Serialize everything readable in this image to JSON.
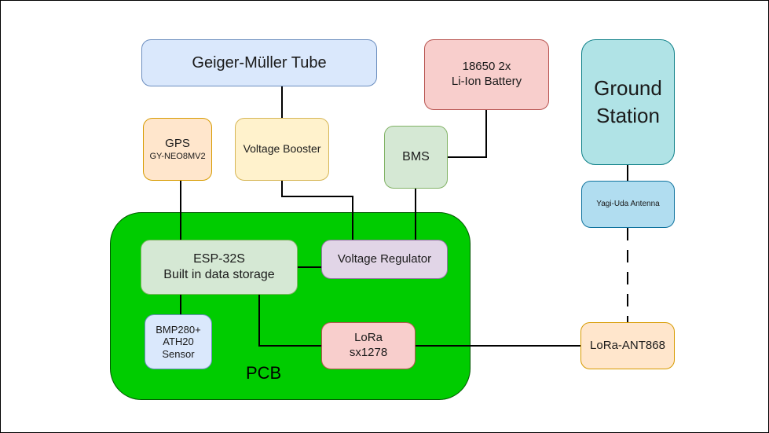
{
  "diagram": {
    "pcb_label": "PCB",
    "nodes": {
      "geiger": {
        "label": "Geiger-Müller Tube"
      },
      "battery": {
        "line1": "18650 2x",
        "line2": "Li-Ion Battery"
      },
      "ground_station": {
        "line1": "Ground",
        "line2": "Station"
      },
      "gps": {
        "line1": "GPS",
        "line2": "GY-NEO8MV2"
      },
      "voltage_booster": {
        "label": "Voltage Booster"
      },
      "bms": {
        "label": "BMS"
      },
      "yagi": {
        "label": "Yagi-Uda Antenna"
      },
      "esp32": {
        "line1": "ESP-32S",
        "line2": "Built in data storage"
      },
      "voltage_regulator": {
        "label": "Voltage Regulator"
      },
      "sensor": {
        "line1": "BMP280+",
        "line2": "ATH20",
        "line3": "Sensor"
      },
      "lora": {
        "line1": "LoRa",
        "line2": "sx1278"
      },
      "lora_ant": {
        "label": "LoRa-ANT868"
      }
    },
    "connections": [
      {
        "from": "geiger",
        "to": "voltage_booster",
        "style": "solid"
      },
      {
        "from": "voltage_booster",
        "to": "voltage_regulator",
        "style": "solid"
      },
      {
        "from": "battery",
        "to": "bms",
        "style": "solid"
      },
      {
        "from": "bms",
        "to": "voltage_regulator",
        "style": "solid"
      },
      {
        "from": "gps",
        "to": "esp32",
        "style": "solid"
      },
      {
        "from": "esp32",
        "to": "voltage_regulator",
        "style": "solid"
      },
      {
        "from": "esp32",
        "to": "sensor",
        "style": "solid"
      },
      {
        "from": "esp32",
        "to": "lora",
        "style": "solid"
      },
      {
        "from": "lora",
        "to": "lora_ant",
        "style": "solid"
      },
      {
        "from": "ground_station",
        "to": "yagi",
        "style": "solid"
      },
      {
        "from": "yagi",
        "to": "lora_ant",
        "style": "dashed"
      }
    ]
  }
}
